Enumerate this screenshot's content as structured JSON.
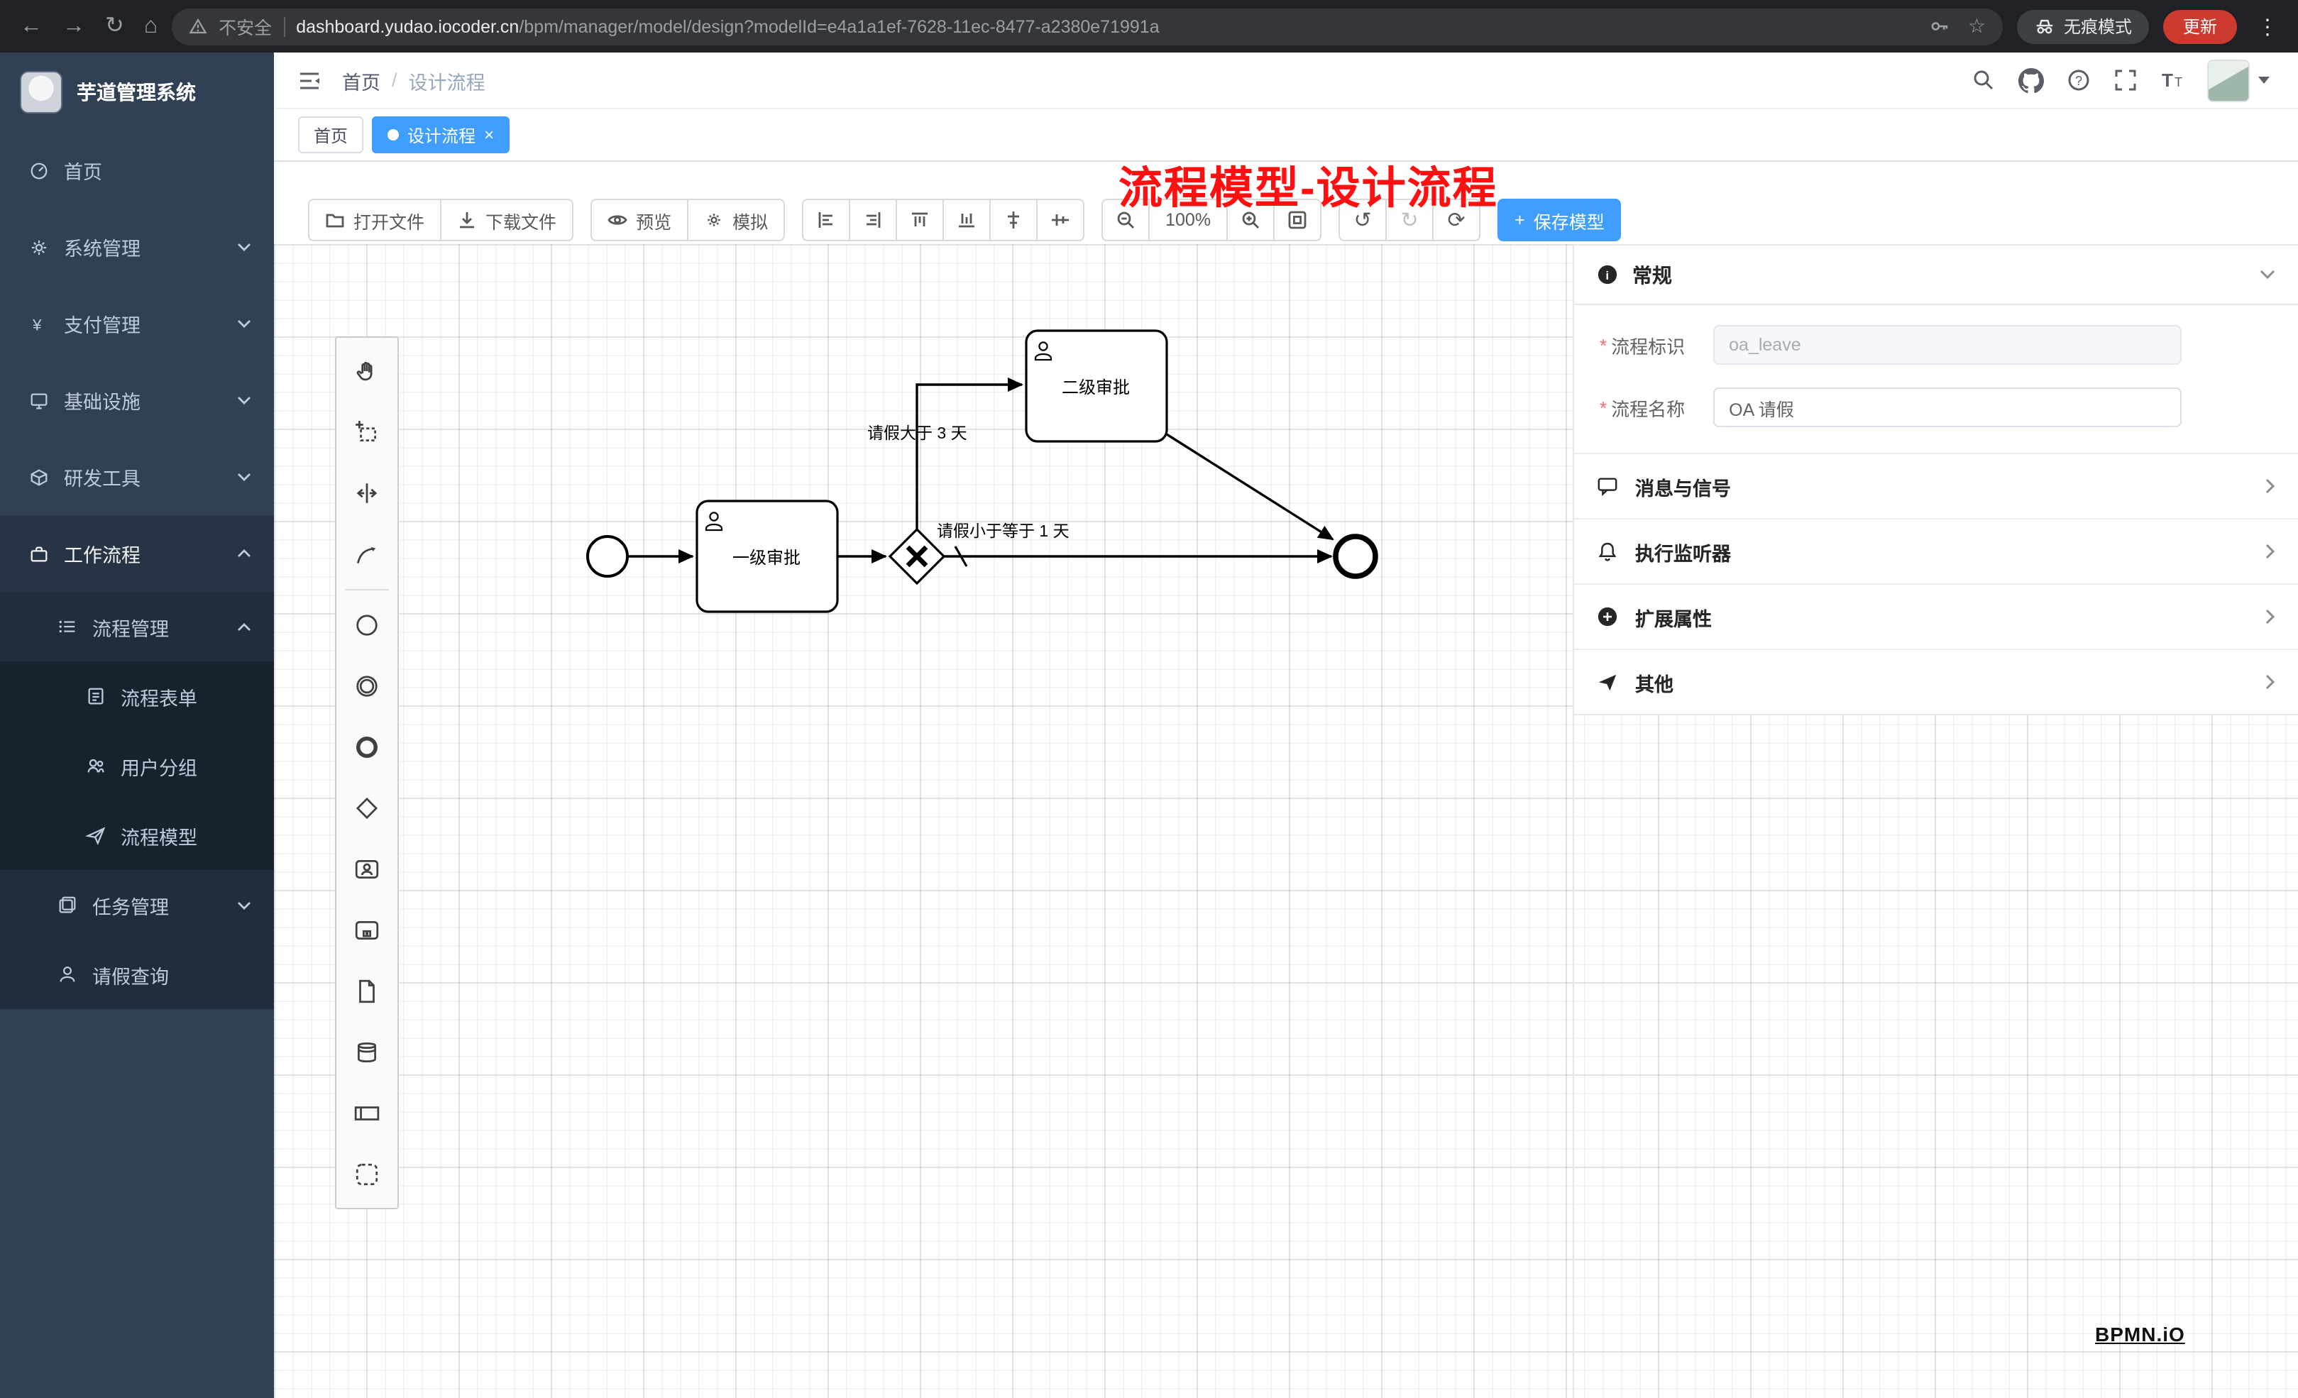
{
  "browser": {
    "security_label": "不安全",
    "url_domain": "dashboard.yudao.iocoder.cn",
    "url_path": "/bpm/manager/model/design?modelId=e4a1a1ef-7628-11ec-8477-a2380e71991a",
    "incognito_label": "无痕模式",
    "update_label": "更新"
  },
  "icons": {
    "back": "←",
    "forward": "→",
    "reload": "↻",
    "home": "⌂",
    "star": "☆",
    "menu_dots": "⋮",
    "undo": "↺",
    "redo": "↻",
    "refresh": "⟳",
    "yen": "¥",
    "question": "?",
    "info": "i",
    "font_large": "T",
    "font_small": "T",
    "plus": "+",
    "close": "×"
  },
  "sidebar": {
    "title": "芋道管理系统",
    "top_items": [
      {
        "label": "首页"
      },
      {
        "label": "系统管理"
      },
      {
        "label": "支付管理"
      },
      {
        "label": "基础设施"
      },
      {
        "label": "研发工具"
      }
    ],
    "workflow": {
      "label": "工作流程",
      "children": [
        {
          "label": "流程管理"
        },
        {
          "label": "任务管理"
        },
        {
          "label": "请假查询"
        }
      ],
      "process_children": [
        {
          "label": "流程表单"
        },
        {
          "label": "用户分组"
        },
        {
          "label": "流程模型"
        }
      ]
    }
  },
  "header": {
    "breadcrumb_home": "首页",
    "breadcrumb_sep": "/",
    "breadcrumb_current": "设计流程",
    "annotation": "流程模型-设计流程"
  },
  "tabs": {
    "home": "首页",
    "active": "设计流程"
  },
  "toolbar": {
    "open": "打开文件",
    "download": "下载文件",
    "preview": "预览",
    "simulate": "模拟",
    "zoom_level": "100%",
    "save": "保存模型"
  },
  "diagram": {
    "task1": "一级审批",
    "task2": "二级审批",
    "flow_condition_gt": "请假大于 3 天",
    "flow_condition_le": "请假小于等于 1 天"
  },
  "palette": {
    "tools": [
      "hand",
      "lasso",
      "space",
      "global-connect"
    ],
    "elements": [
      "start-event",
      "intermediate-event",
      "end-event",
      "gateway",
      "user-task",
      "subprocess",
      "data-object",
      "data-store",
      "participant",
      "group"
    ]
  },
  "props": {
    "general_title": "常规",
    "required_mark": "*",
    "fields": [
      {
        "label": "流程标识",
        "value": "oa_leave"
      },
      {
        "label": "流程名称",
        "value": "OA 请假"
      }
    ],
    "sections": [
      {
        "label": "消息与信号"
      },
      {
        "label": "执行监听器"
      },
      {
        "label": "扩展属性"
      },
      {
        "label": "其他"
      }
    ]
  },
  "watermark": "BPMN.iO",
  "colors": {
    "primary": "#409eff",
    "sidebar_bg": "#304156",
    "submenu_bg": "#1f2d3d",
    "annotation": "#ff0000",
    "update_button": "#cc3a30"
  }
}
